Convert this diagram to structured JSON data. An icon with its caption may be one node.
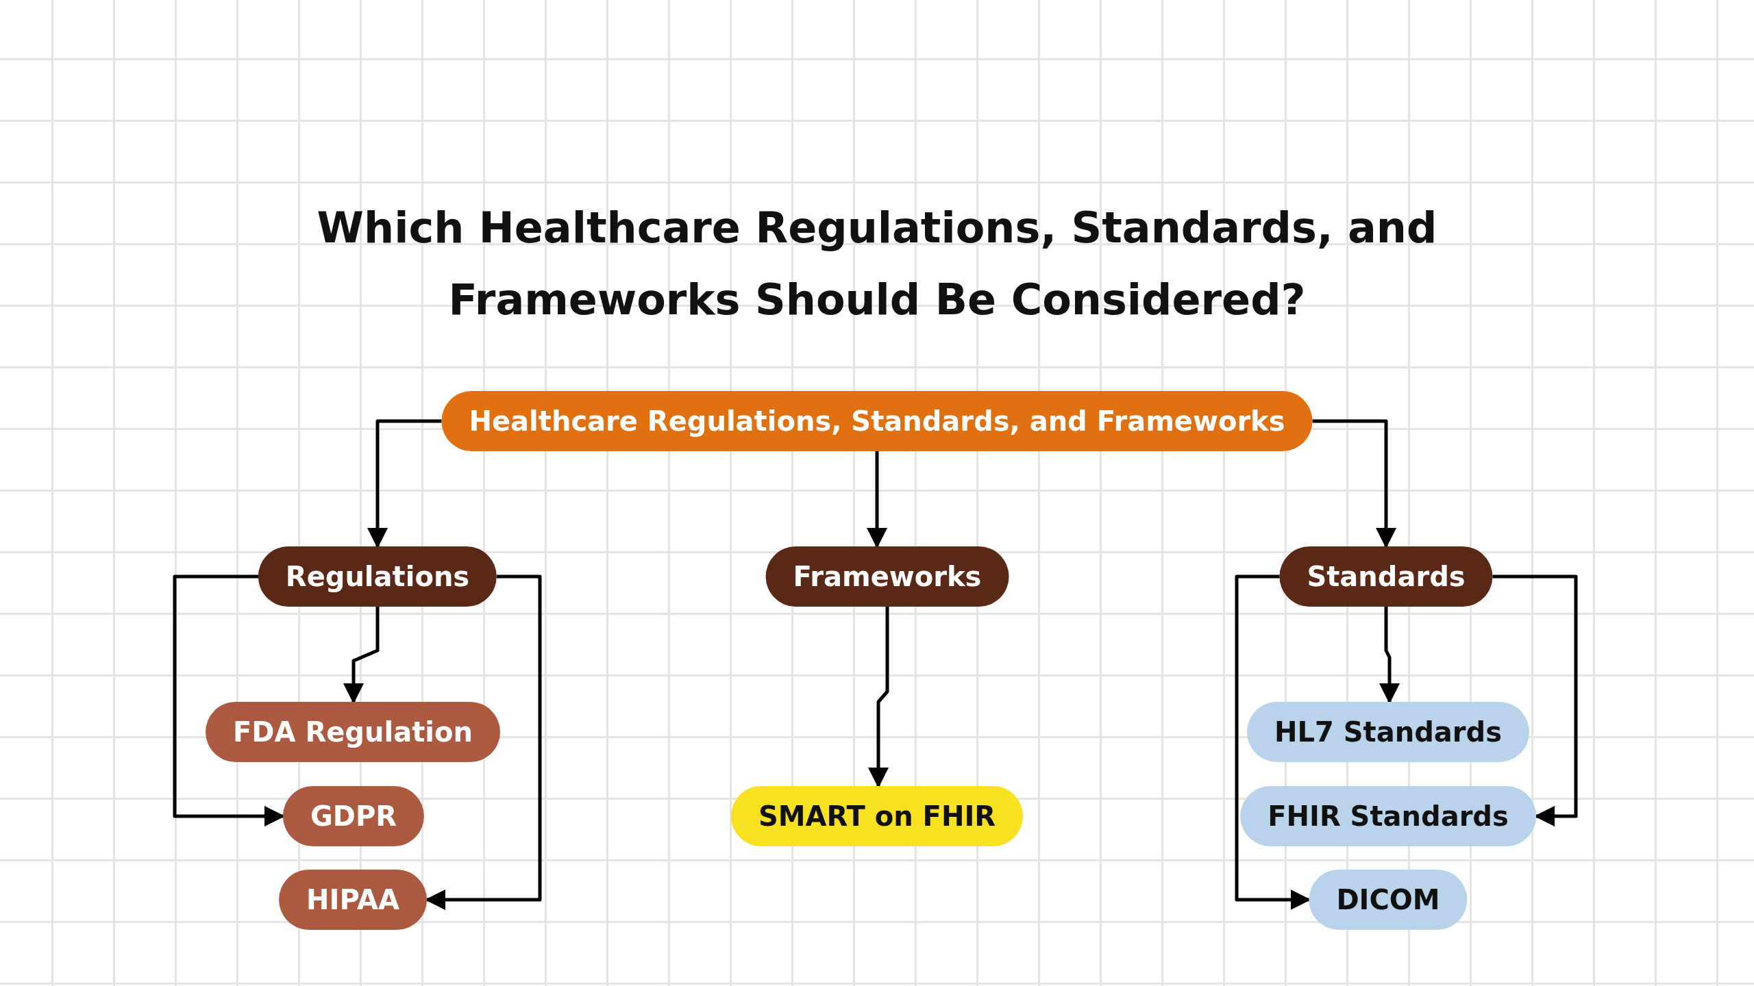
{
  "diagram": {
    "title": "Which Healthcare Regulations, Standards, and Frameworks Should Be Considered?",
    "nodes": [
      {
        "text": [
          "Healthcare Regulations, Standards, and Frameworks"
        ]
      },
      {
        "text": [
          "Regulations"
        ]
      },
      {
        "text": [
          "Frameworks"
        ]
      },
      {
        "text": [
          "Standards"
        ]
      },
      {
        "text": [
          "FDA Regulation"
        ]
      },
      {
        "text": [
          "GDPR"
        ]
      },
      {
        "text": [
          "HIPAA"
        ]
      },
      {
        "text": [
          "SMART on FHIR"
        ]
      },
      {
        "text": [
          "HL7 Standards"
        ]
      },
      {
        "text": [
          "FHIR Standards"
        ]
      },
      {
        "text": [
          "DICOM"
        ]
      }
    ],
    "edges": [
      {
        "from": 0,
        "to": 1,
        "arrow": "to"
      },
      {
        "from": 0,
        "to": 2,
        "arrow": "to"
      },
      {
        "from": 0,
        "to": 3,
        "arrow": "to"
      },
      {
        "from": 1,
        "to": 4,
        "arrow": "to"
      },
      {
        "from": 1,
        "to": 5,
        "arrow": "to"
      },
      {
        "from": 1,
        "to": 6,
        "arrow": "to"
      },
      {
        "from": 2,
        "to": 7,
        "arrow": "to"
      },
      {
        "from": 3,
        "to": 8,
        "arrow": "to"
      },
      {
        "from": 3,
        "to": 9,
        "arrow": "to"
      },
      {
        "from": 3,
        "to": 10,
        "arrow": "to"
      }
    ]
  }
}
